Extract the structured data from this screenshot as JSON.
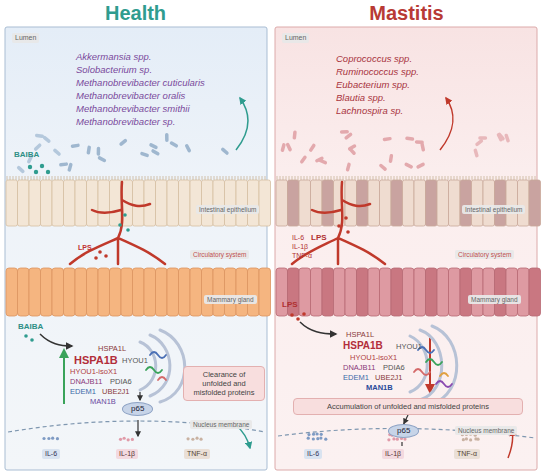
{
  "diagram": {
    "nodes": [
      {
        "text": [
          "Health"
        ]
      },
      {
        "text": [
          "Clearance of unfolded and misfolded proteins"
        ],
        "in": 0
      },
      {
        "text": [
          "p65"
        ],
        "in": 0
      },
      {
        "text": [
          "Mastitis"
        ]
      },
      {
        "text": [
          "Accumulation of unfolded and misfolded proteins"
        ],
        "in": 3
      },
      {
        "text": [
          "p65"
        ],
        "in": 3
      }
    ],
    "edges": [
      {
        "from": 4,
        "to": 5,
        "arrow": "to"
      }
    ],
    "labels": [
      "Lumen",
      "Akkermansia spp.",
      "Solobacterium sp.",
      "Methanobrevibacter cuticularis",
      "Methanobrevibacter oralis",
      "Methanobrevibacter smithii",
      "Methanobrevibacter sp.",
      "BAIBA",
      "Intestinal epithelium",
      "LPS",
      "Circulatory system",
      "BAIBA",
      "Mammary gland",
      "HSPA1L",
      "HSPA1B",
      "HYOU1",
      "HYOU1-isoX1",
      "DNAJB11",
      "PDIA6",
      "EDEM1",
      "UBE2J1",
      "MAN1B",
      "Nucleus membrane",
      "IL-6",
      "IL-1β",
      "TNF-α",
      "Lumen",
      "Coprococcus spp.",
      "Ruminococcus spp.",
      "Eubacterium spp.",
      "Blautia spp.",
      "Lachnospira sp.",
      "Intestinal epithelium",
      "IL-6",
      "LPS",
      "IL-1β",
      "TNF-α",
      "Circulatory system",
      "LPS",
      "Mammary gland",
      "HSPA1L",
      "HSPA1B",
      "HYOU1",
      "HYOU1-isoX1",
      "DNAJB11",
      "PDIA6",
      "EDEM1",
      "UBE2J1",
      "MAN1B",
      "Nucleus membrane",
      "IL-6",
      "IL-1β",
      "TNF-α"
    ]
  }
}
